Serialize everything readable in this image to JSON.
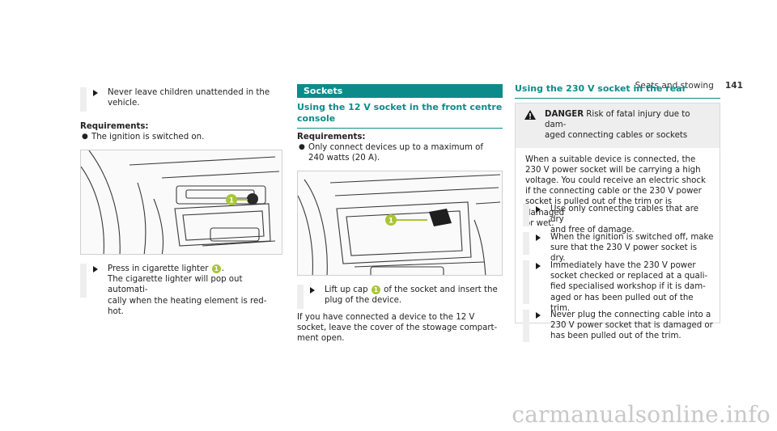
{
  "header": {
    "section": "Seats and stowing",
    "page": "141"
  },
  "col1": {
    "step1": [
      "Never leave children unattended in the",
      "vehicle."
    ],
    "requirements_title": "Requirements:",
    "requirements": [
      "The ignition is switched on."
    ],
    "step2_line1_a": "Press in cigarette lighter",
    "step2_line1_b": ".",
    "step2_lines": [
      "The cigarette lighter will pop out automati-",
      "cally when the heating element is red-hot."
    ],
    "callout": "1"
  },
  "col2": {
    "banner": "Sockets",
    "subheading": [
      "Using the 12 V socket in the front centre",
      "console"
    ],
    "requirements_title": "Requirements:",
    "requirements": [
      "Only connect devices up to a maximum of",
      "240 watts (20 A)."
    ],
    "step_line1_a": "Lift up cap",
    "step_line1_b": "of the socket and insert the",
    "step_line2": "plug of the device.",
    "para": [
      "If you have connected a device to the 12 V",
      "socket, leave the cover of the stowage compart-",
      "ment open."
    ],
    "callout": "1"
  },
  "col3": {
    "heading": "Using the 230 V socket in the rear",
    "danger_label": "DANGER",
    "danger_line1": "Risk of fatal injury due to dam-",
    "danger_line2": "aged connecting cables or sockets",
    "danger_para": [
      "When a suitable device is connected, the",
      "230 V power socket will be carrying a high",
      "voltage. You could receive an electric shock",
      "if the connecting cable or the 230 V power",
      "socket is pulled out of the trim or is damaged",
      "or wet."
    ],
    "steps": [
      [
        "Use only connecting cables that are dry",
        "and free of damage."
      ],
      [
        "When the ignition is switched off, make",
        "sure that the 230 V power socket is dry."
      ],
      [
        "Immediately have the 230 V power",
        "socket checked or replaced at a quali-",
        "fied specialised workshop if it is dam-",
        "aged or has been pulled out of the trim."
      ],
      [
        "Never plug the connecting cable into a",
        "230 V power socket that is damaged or",
        "has been pulled out of the trim."
      ]
    ]
  },
  "watermark": "carmanualsonline.info",
  "colors": {
    "accent": "#0d8b8b",
    "callout": "#a8c536"
  }
}
